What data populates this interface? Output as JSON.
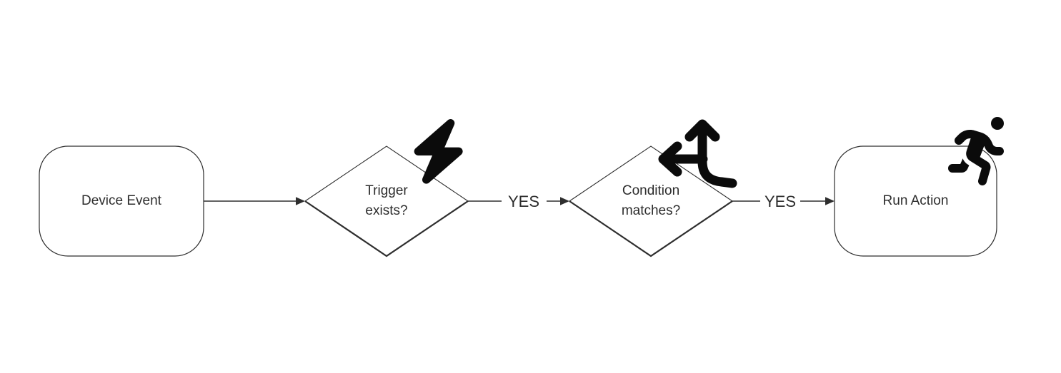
{
  "diagram": {
    "title": "automation-flowchart",
    "colors": {
      "background": "#ffffff",
      "shape_stroke": "#2e2e2e",
      "icon_fill": "#0b0b0b",
      "text": "#2d2d2d"
    },
    "nodes": [
      {
        "id": "device-event",
        "type": "rounded-rect",
        "label": "Device Event",
        "icon": null
      },
      {
        "id": "trigger-exists",
        "type": "decision-diamond",
        "label": "Trigger\nexists?",
        "icon": "bolt-icon"
      },
      {
        "id": "condition-matches",
        "type": "decision-diamond",
        "label": "Condition\nmatches?",
        "icon": "split-arrows-up-left-icon"
      },
      {
        "id": "run-action",
        "type": "rounded-rect",
        "label": "Run Action",
        "icon": "person-running-icon"
      }
    ],
    "edges": [
      {
        "from": "device-event",
        "to": "trigger-exists",
        "label": ""
      },
      {
        "from": "trigger-exists",
        "to": "condition-matches",
        "label": "YES"
      },
      {
        "from": "condition-matches",
        "to": "run-action",
        "label": "YES"
      }
    ]
  }
}
